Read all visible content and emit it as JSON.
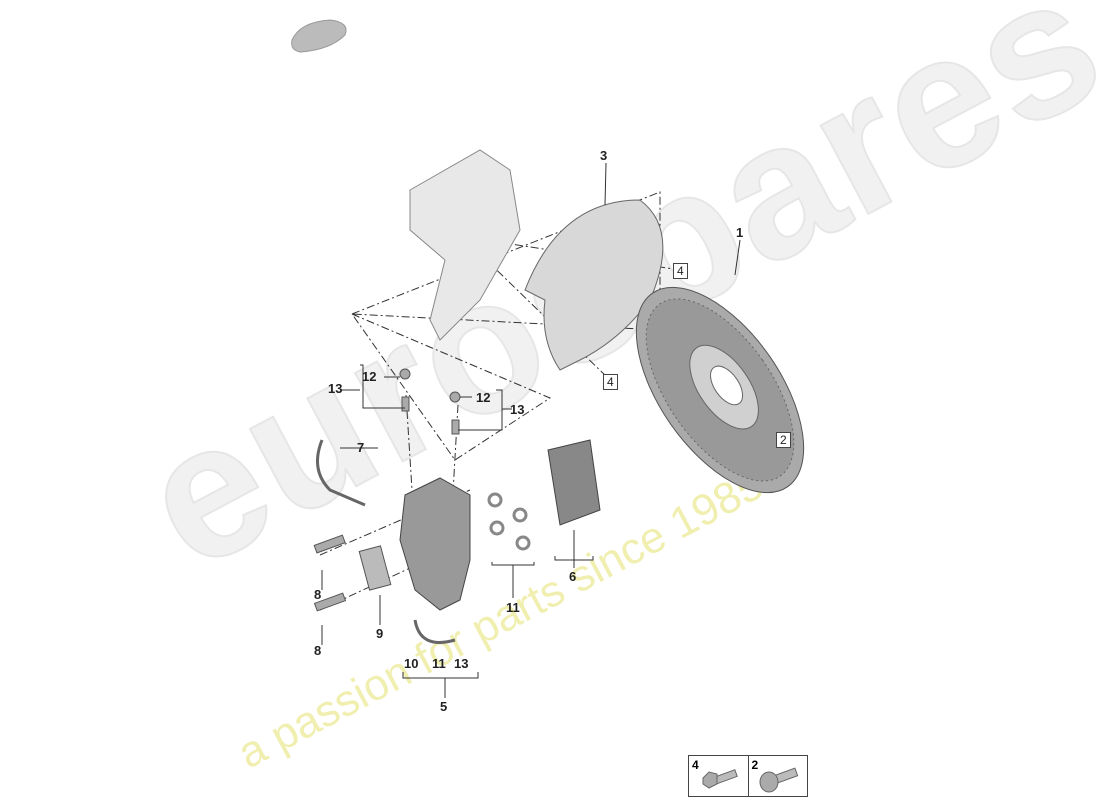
{
  "watermark": {
    "brand": "eurospares",
    "tagline": "a passion for parts since 1985"
  },
  "labels": [
    "1",
    "2",
    "3",
    "4",
    "4",
    "5",
    "6",
    "7",
    "8",
    "8",
    "9",
    "10",
    "11",
    "13",
    "11",
    "12",
    "13",
    "12",
    "13"
  ],
  "legend": [
    {
      "number": "4",
      "part": "bolt"
    },
    {
      "number": "2",
      "part": "countersunk-screw"
    }
  ]
}
